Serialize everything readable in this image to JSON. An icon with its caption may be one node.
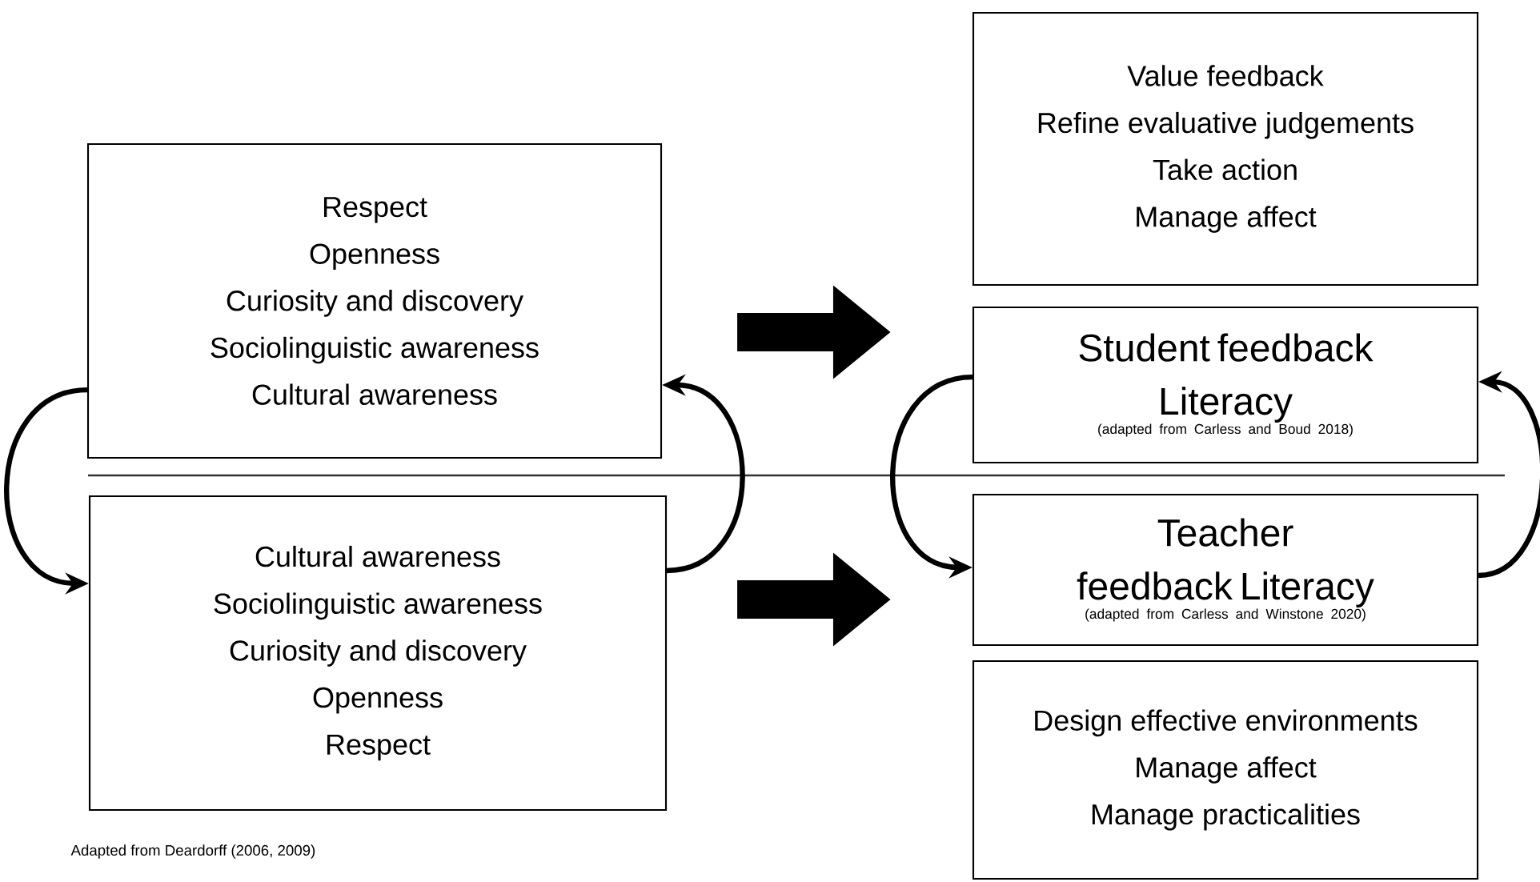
{
  "diagram": {
    "nodes": [
      {
        "text": [
          "Respect",
          "Openness",
          "Curiosity and discovery",
          "Sociolinguistic awareness",
          "Cultural awareness"
        ]
      },
      {
        "text": [
          "Cultural awareness",
          "Sociolinguistic awareness",
          "Curiosity and discovery",
          "Openness",
          "Respect"
        ]
      },
      {
        "text": [
          "Value feedback",
          "Refine evaluative judgements",
          "Take action",
          "Manage affect"
        ]
      },
      {
        "text": [
          "Student feedback Literacy",
          "(adapted from Carless and Boud 2018)"
        ]
      },
      {
        "text": [
          "Teacher feedback Literacy",
          "(adapted from Carless and Winstone 2020)"
        ]
      },
      {
        "text": [
          "Design effective environments",
          "Manage affect",
          "Manage practicalities"
        ]
      }
    ],
    "edges": [
      {
        "from": 0,
        "to": 3,
        "arrow": "to",
        "style": "thick"
      },
      {
        "from": 1,
        "to": 4,
        "arrow": "to",
        "style": "thick"
      },
      {
        "from": 0,
        "to": 1,
        "arrow": "to"
      },
      {
        "from": 1,
        "to": 0,
        "arrow": "to"
      },
      {
        "from": 3,
        "to": 4,
        "arrow": "to"
      },
      {
        "from": 4,
        "to": 3,
        "arrow": "to"
      }
    ],
    "labels": [
      "Adapted from Deardorff (2006, 2009)"
    ]
  }
}
